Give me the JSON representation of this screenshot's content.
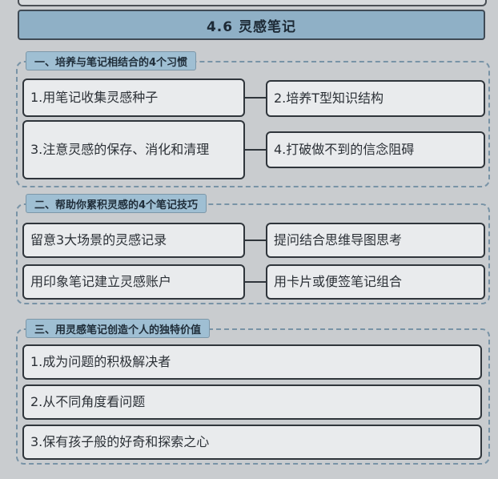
{
  "title": "4.6  灵感笔记",
  "sections": [
    {
      "label": "一、培养与笔记相结合的4个习惯",
      "rows": [
        {
          "left": "1.用笔记收集灵感种子",
          "right": "2.培养T型知识结构"
        },
        {
          "left": "3.注意灵感的保存、消化和清理",
          "right": "4.打破做不到的信念阻碍"
        }
      ]
    },
    {
      "label": "二、帮助你累积灵感的4个笔记技巧",
      "rows": [
        {
          "left": "留意3大场景的灵感记录",
          "right": "提问结合思维导图思考"
        },
        {
          "left": "用印象笔记建立灵感账户",
          "right": "用卡片或便签笔记组合"
        }
      ]
    },
    {
      "label": "三、用灵感笔记创造个人的独特价值",
      "items": [
        "1.成为问题的积极解决者",
        "2.从不同角度看问题",
        "3.保有孩子般的好奇和探索之心"
      ]
    }
  ]
}
